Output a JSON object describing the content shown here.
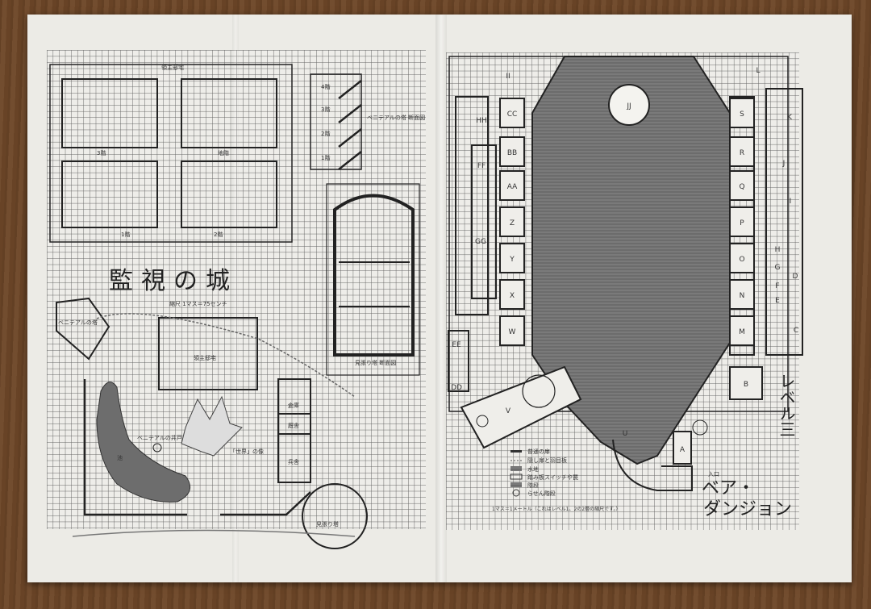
{
  "castle_map": {
    "title": "監視の城",
    "scale_note": "縮尺 1マス＝75センチ",
    "manor_label": "領主邸宅",
    "floors": [
      "3階",
      "地階",
      "1階",
      "2階"
    ],
    "tower_section_label": "ベニテアルの塔 断面図",
    "tower_floors": [
      "4階",
      "3階",
      "2階",
      "1階"
    ],
    "cross_section_label": "見張り塔 断面図",
    "tower_label": "ベニテアルの塔",
    "manor_ground_label": "領主邸宅",
    "well_label": "ベニテアルの井戸",
    "pond_label": "池",
    "statue_label": "「世界」の像",
    "watchtower_label": "見張り塔",
    "building_rooms": [
      "倉庫",
      "厩舎",
      "兵舎"
    ]
  },
  "dungeon_map": {
    "title": "ベア・ダンジョン",
    "level_label": "レベル三",
    "entrance_label": "入口",
    "rooms_right": [
      "S",
      "R",
      "Q",
      "P",
      "O",
      "N",
      "M"
    ],
    "rooms_left": [
      "CC",
      "BB",
      "AA",
      "Z",
      "Y",
      "X",
      "W"
    ],
    "rooms_other": [
      "JJ",
      "II",
      "HH",
      "FF",
      "GG",
      "EE",
      "DD",
      "V",
      "U",
      "B",
      "A",
      "C",
      "D",
      "E",
      "F",
      "G",
      "H",
      "I",
      "J",
      "K",
      "L"
    ],
    "legend": [
      {
        "icon": "door-line",
        "label": "普通の扉"
      },
      {
        "icon": "hidden-door-line",
        "label": "隠し扉と羽目板"
      },
      {
        "icon": "water-hatch",
        "label": "水地"
      },
      {
        "icon": "trap-box",
        "label": "踏み板スイッチや罠"
      },
      {
        "icon": "stairs-hatch",
        "label": "階段"
      },
      {
        "icon": "spiral-stairs",
        "label": "らせん階段"
      }
    ],
    "scale_note": "1マス＝1メートル（これはレベル1、2の2層の縮尺です。）"
  },
  "colors": {
    "paper": "#ecebe6",
    "wood": "#6e4728",
    "ink": "#222222",
    "water": "#6d6d6d"
  }
}
